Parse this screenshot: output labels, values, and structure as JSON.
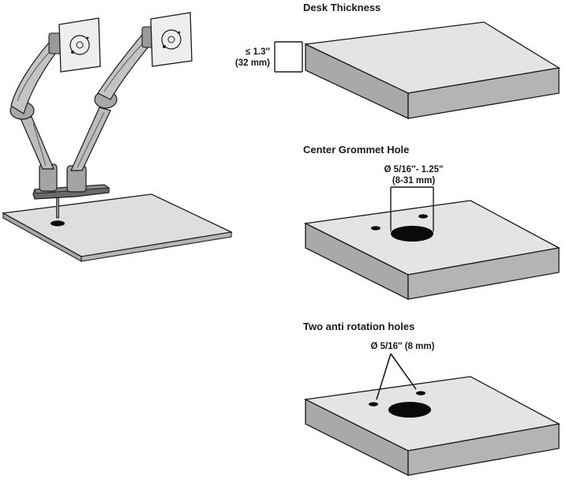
{
  "colors": {
    "slab_top": "#e4e4e4",
    "slab_side": "#b4b4b4",
    "slab_front": "#a9a9a9",
    "outline": "#1a1a1a",
    "hole": "#0a0a0a"
  },
  "sections": {
    "thickness": {
      "title": "Desk Thickness",
      "dim_line1": "≤ 1.3″",
      "dim_line2": "(32 mm)"
    },
    "grommet": {
      "title": "Center Grommet Hole",
      "dim_line1": "Ø 5/16″- 1.25\"",
      "dim_line2": "(8-31 mm)"
    },
    "anti_rotation": {
      "title": "Two anti rotation holes",
      "dim_line1": "Ø 5/16″ (8 mm)"
    }
  },
  "illustration": {
    "icon": "dual-monitor-arm-icon"
  }
}
